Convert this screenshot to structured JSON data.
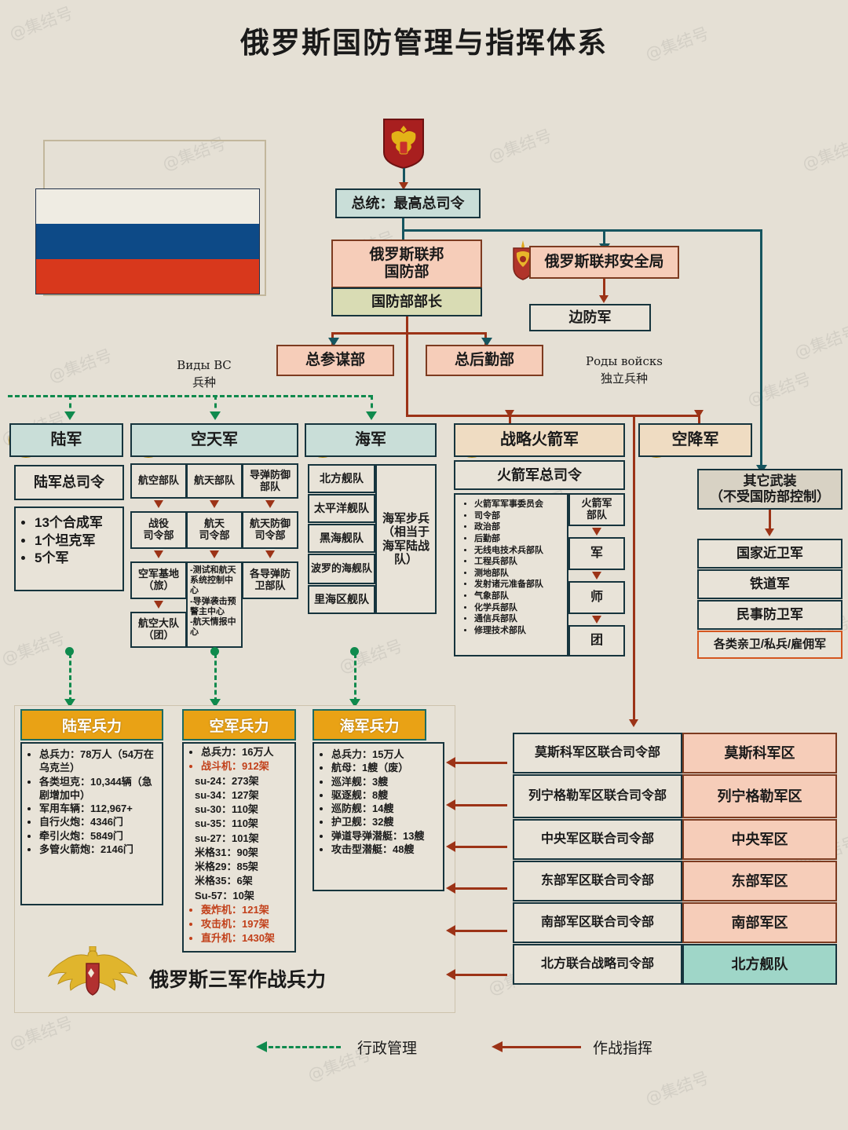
{
  "title": "俄罗斯国防管理与指挥体系",
  "top": {
    "president": "总统：最高总司令",
    "mod": "俄罗斯联邦\n国防部",
    "mod_line1": "俄罗斯联邦",
    "mod_line2": "国防部",
    "mod_minister": "国防部部长",
    "fsb": "俄罗斯联邦安全局",
    "border_troops": "边防军",
    "general_staff": "总参谋部",
    "rear_services": "总后勤部"
  },
  "ru_labels": {
    "left_line1": "Виды ВС",
    "left_line2": "兵种",
    "right_line1": "Роды войскs",
    "right_line2": "独立兵种"
  },
  "army": {
    "header": "陆军",
    "commander": "陆军总司令",
    "units": [
      "13个合成军",
      "1个坦克军",
      "5个军"
    ]
  },
  "aerospace": {
    "header": "空天军",
    "row1": [
      "航空部队",
      "航天部队",
      "导弹防御\n部队"
    ],
    "row1_a": "航空部队",
    "row1_b": "航天部队",
    "row1_c": "导弹防御部队",
    "row2_a": "战役\n司令部",
    "row2_b": "航天\n司令部",
    "row2_c": "航天防御\n司令部",
    "row3_a": "空军基地\n（旅）",
    "row3_b": "-测试和航天系统控制中心\n-导弹袭击预警主中心\n-航天情报中心",
    "row3_c": "各导弹防卫部队",
    "row4_a": "航空大队\n（团）"
  },
  "navy": {
    "header": "海军",
    "fleets": [
      "北方舰队",
      "太平洋舰队",
      "黑海舰队",
      "波罗的海舰队",
      "里海区舰队"
    ],
    "marines": "海军步兵\n（相当于海军陆战队）"
  },
  "rocket": {
    "header": "战略火箭军",
    "commander": "火箭军总司令",
    "units": [
      "火箭军军事委员会",
      "司令部",
      "政治部",
      "后勤部",
      "无线电技术兵部队",
      "工程兵部队",
      "测地部队",
      "发射诸元准备部队",
      "气象部队",
      "化学兵部队",
      "通信兵部队",
      "修理技术部队"
    ],
    "chain": [
      "火箭军\n部队",
      "军",
      "师",
      "团"
    ]
  },
  "airborne": {
    "header": "空降军"
  },
  "other_forces": {
    "header": "其它武装\n（不受国防部控制）",
    "items": [
      "国家近卫军",
      "铁道军",
      "民事防卫军",
      "各类亲卫/私兵/雇佣军"
    ]
  },
  "strength": {
    "army_title": "陆军兵力",
    "air_title": "空军兵力",
    "navy_title": "海军兵力",
    "caption": "俄罗斯三军作战兵力",
    "army_items": [
      "总兵力：78万人（54万在乌克兰）",
      "各类坦克：10,344辆（急剧增加中）",
      "军用车辆：112,967+",
      "自行火炮：4346门",
      "牵引火炮：5849门",
      "多管火箭炮：2146门"
    ],
    "air_items": [
      {
        "text": "总兵力：16万人",
        "bullet": true,
        "red": false
      },
      {
        "text": "战斗机：912架",
        "bullet": true,
        "red": true
      },
      {
        "text": "su-24：273架",
        "bullet": false,
        "red": false
      },
      {
        "text": "su-34：127架",
        "bullet": false,
        "red": false
      },
      {
        "text": "su-30：110架",
        "bullet": false,
        "red": false
      },
      {
        "text": "su-35：110架",
        "bullet": false,
        "red": false
      },
      {
        "text": "su-27：101架",
        "bullet": false,
        "red": false
      },
      {
        "text": "米格31：90架",
        "bullet": false,
        "red": false
      },
      {
        "text": "米格29：85架",
        "bullet": false,
        "red": false
      },
      {
        "text": "米格35：6架",
        "bullet": false,
        "red": false
      },
      {
        "text": "Su-57：10架",
        "bullet": false,
        "red": false
      },
      {
        "text": "轰炸机：121架",
        "bullet": true,
        "red": true
      },
      {
        "text": "攻击机：197架",
        "bullet": true,
        "red": true
      },
      {
        "text": "直升机：1430架",
        "bullet": true,
        "red": true
      }
    ],
    "navy_items": [
      "总兵力：15万人",
      "航母：1艘（废）",
      "巡洋舰：3艘",
      "驱逐舰：8艘",
      "巡防舰：14艘",
      "护卫舰：32艘",
      "弹道导弹潜艇：13艘",
      "攻击型潜艇：48艘"
    ]
  },
  "districts": [
    {
      "hq": "莫斯科军区联合司令部",
      "name": "莫斯科军区",
      "mint": false
    },
    {
      "hq": "列宁格勒军区联合司令部",
      "name": "列宁格勒军区",
      "mint": false
    },
    {
      "hq": "中央军区联合司令部",
      "name": "中央军区",
      "mint": false
    },
    {
      "hq": "东部军区联合司令部",
      "name": "东部军区",
      "mint": false
    },
    {
      "hq": "南部军区联合司令部",
      "name": "南部军区",
      "mint": false
    },
    {
      "hq": "北方联合战略司令部",
      "name": "北方舰队",
      "mint": true
    }
  ],
  "legend": {
    "admin": "行政管理",
    "operational": "作战指挥"
  },
  "watermark": "@集结号",
  "colors": {
    "background": "#e5e0d5",
    "pink": "#f6cdb9",
    "teal": "#c9ded8",
    "olive": "#d9dcb4",
    "tan": "#efdcc2",
    "orange_header": "#e9a215",
    "mint": "#9fd6c8",
    "admin_arrow": "#0f8a4d",
    "command_arrow": "#9c3317",
    "border_dark": "#16343d",
    "flag_blue": "#0d4a87",
    "flag_red": "#d8381c",
    "highlight_red": "#c2401a"
  }
}
